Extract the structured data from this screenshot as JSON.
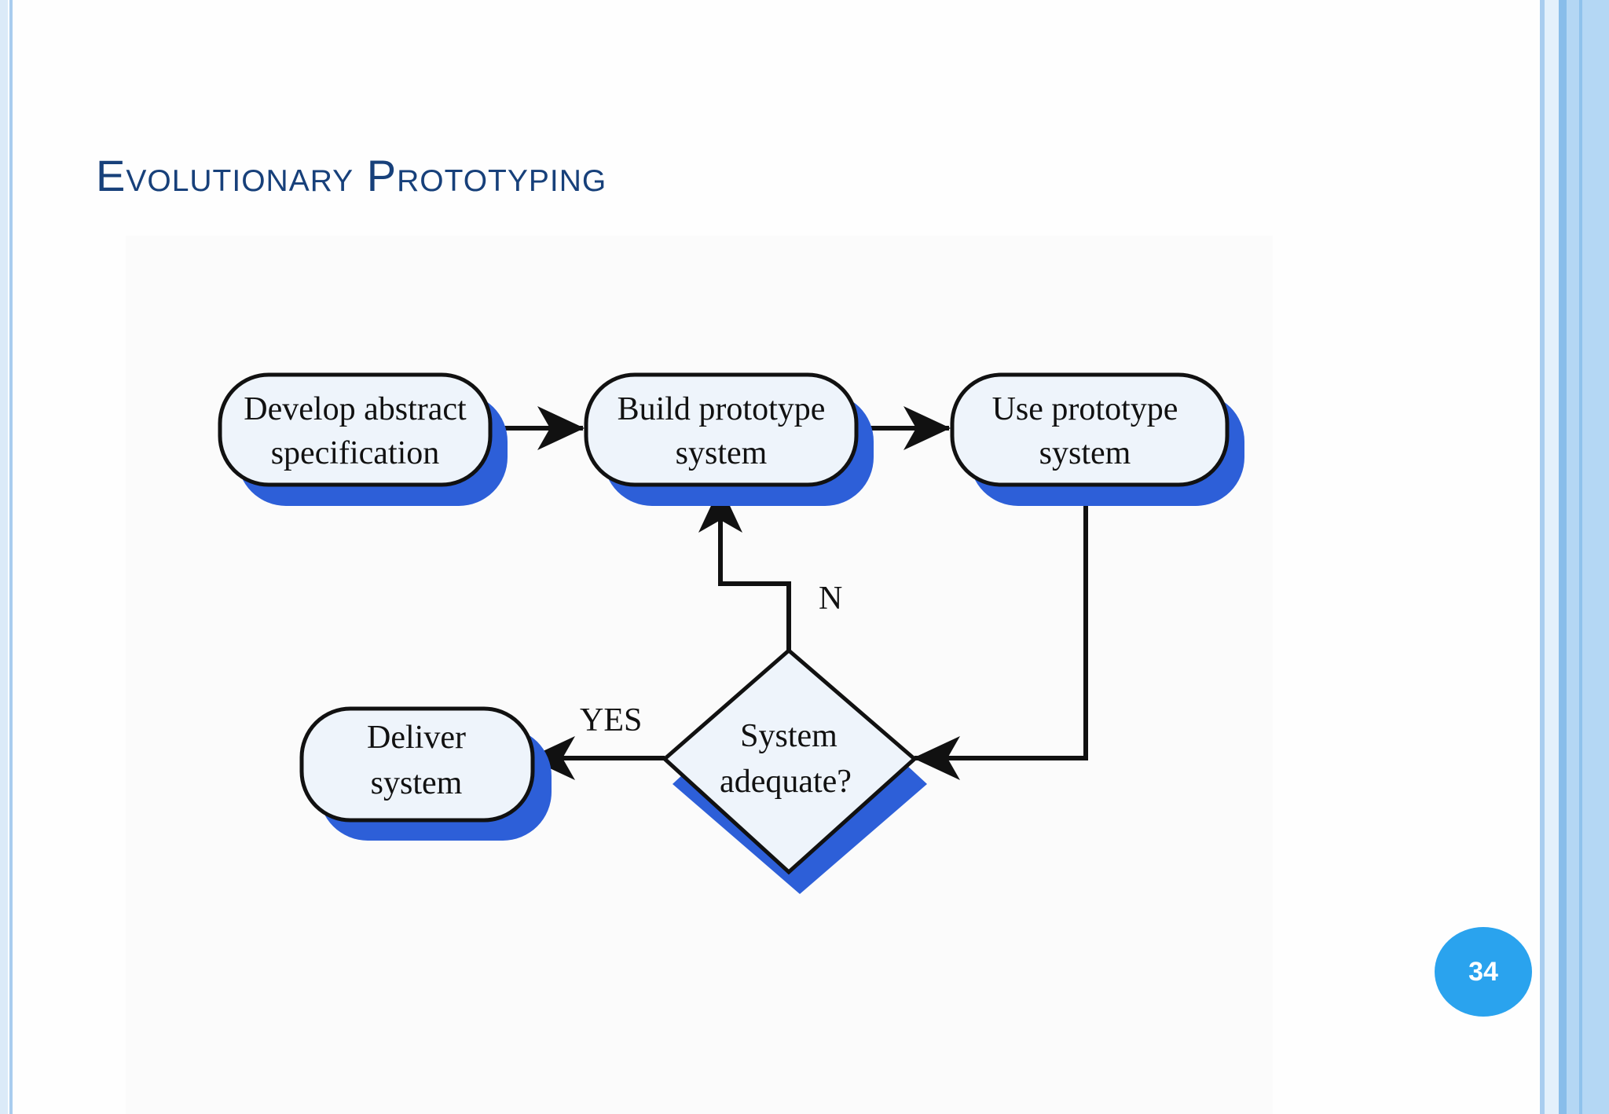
{
  "slide": {
    "title": "Evolutionary Prototyping",
    "page_number": "34"
  },
  "diagram": {
    "nodes": {
      "develop": {
        "line1": "Develop abstract",
        "line2": "specification"
      },
      "build": {
        "line1": "Build prototype",
        "line2": "system"
      },
      "use": {
        "line1": "Use prototype",
        "line2": "system"
      },
      "decision": {
        "line1": "System",
        "line2": "adequate?"
      },
      "deliver": {
        "line1": "Deliver",
        "line2": "system"
      }
    },
    "edge_labels": {
      "no": "N",
      "yes": "YES"
    }
  },
  "colors": {
    "title": "#17407a",
    "shadow": "#2d5fd8",
    "node_fill": "#eef4fb",
    "badge": "#2aa3ee"
  }
}
